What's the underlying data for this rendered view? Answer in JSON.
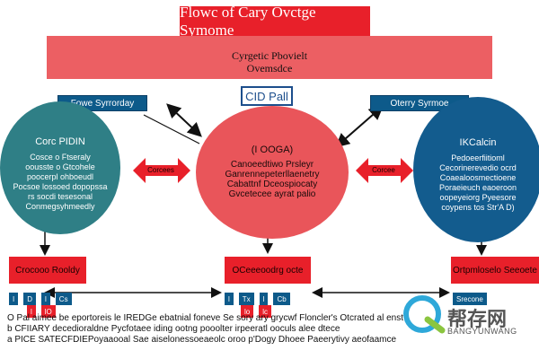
{
  "title": "Flowc of Cary Ovctge Symome",
  "banner": {
    "line1": "Cyrgetic Pbovielt",
    "line2": "Ovemsdce"
  },
  "center_label": "CID Pall",
  "left_header": "Fowe Syrrorday",
  "right_header": "Oterry Syrmoe",
  "left_circle": {
    "title": "Corc PIDIN",
    "lines": [
      "Cosce o Ftseraly",
      "oousste o Gtcohele",
      "poocerpl ohboeudl",
      "Pocsoe lossoed dopopssa",
      "rs socdi tesesonal",
      "Conmegsyhmeedly"
    ]
  },
  "center_circle": {
    "title": "(I OOGA)",
    "lines": [
      "Canoeedtiwo Prsleyr",
      "Ganrennepeterllaenetry",
      "Cabattnf Dceospiocaty",
      "Gvcetecee ayrat palio"
    ]
  },
  "right_circle": {
    "title": "IKCalcin",
    "lines": [
      "Pedoeerfiitioml",
      "Cecorinerevedio ocrd",
      "Coaealoosmectioene",
      "Poraeieuch eaoeroon",
      "oopeyeiorg Pyeesore",
      "coypens tos Str'A D)"
    ]
  },
  "left_arrow_label": "Corcees",
  "right_arrow_label": "Corcee",
  "boxes": {
    "left": "Crocooo Rooldy",
    "center": "OCeeeoodrg octe",
    "right": "Ortpmloselo Seeoete"
  },
  "tags": {
    "left": [
      "I",
      "D",
      "l",
      "Cs",
      "l",
      "lO"
    ],
    "center": [
      "l",
      "Tx",
      "l",
      "Cb",
      "lo",
      "lc"
    ],
    "right": [
      "Srecone"
    ]
  },
  "bottom_lines": [
    "O Pal aimee be eportoreis le IREDGe ebatnial foneve Se sory ary grycwf Floncler's Otcrated al enst",
    "b CFIIARY decedioraldne Pycfotaee iding ootng pooolter irpeeratl ooculs alee dtece",
    "a PICE SATECFDIEPoyaaooal Sae aiselonessoeaeolc oroo p'Dogy Dhoee Paeerytivy aeofaamce"
  ],
  "logo": {
    "text": "帮存网",
    "sub": "BANGYUNWANG"
  },
  "colors": {
    "title_red": "#e8202a",
    "banner_pink": "#ec5f63",
    "teal": "#2f7f86",
    "navy": "#135c8e",
    "header_blue": "#0d5a8a",
    "center_red": "#e9555a"
  }
}
